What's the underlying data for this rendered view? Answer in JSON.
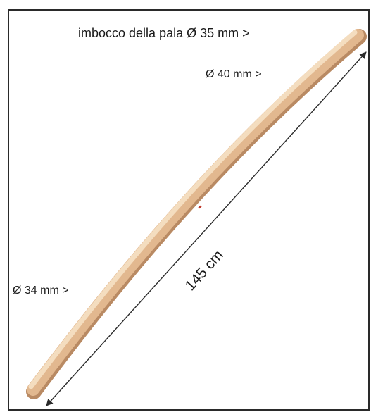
{
  "labels": {
    "top_end": "imbocco della pala Ø 35 mm >",
    "upper_diameter": "Ø 40 mm >",
    "bottom_end": "Ø 34 mm >",
    "length": "145 cm"
  },
  "colors": {
    "frame": "#2a2a2a",
    "wood_light": "#f3d9b8",
    "wood_mid": "#e2b88f",
    "wood_dark": "#b98a63",
    "dimension_line": "#2b2b2b",
    "knot": "#c0392b"
  }
}
